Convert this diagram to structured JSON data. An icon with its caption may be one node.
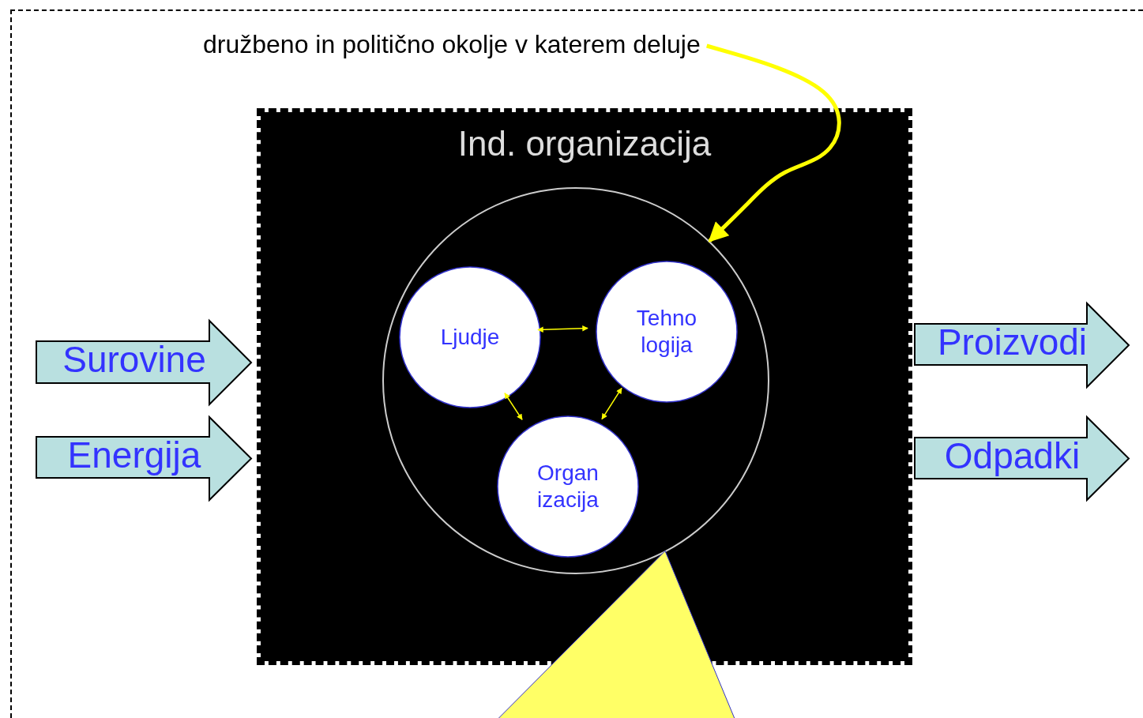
{
  "diagram": {
    "nodes": [
      {
        "text": [],
        "shape": "box"
      },
      {
        "text": [
          "družbeno in politično okolje v katerem deluje"
        ],
        "in": 0
      },
      {
        "text": [
          "Ind. organizacija"
        ],
        "in": 0
      },
      {
        "text": [],
        "shape": "circle",
        "in": 2
      },
      {
        "text": [
          "Ljudje"
        ],
        "in": 3
      },
      {
        "text": [
          "Tehno logija"
        ],
        "in": 3
      },
      {
        "text": [
          "Organ izacija"
        ],
        "in": 3
      },
      {
        "text": [
          "Surovine"
        ],
        "in": 0
      },
      {
        "text": [
          "Energija"
        ],
        "in": 0
      },
      {
        "text": [
          "Proizvodi"
        ],
        "in": 0
      },
      {
        "text": [
          "Odpadki"
        ],
        "in": 0
      },
      {
        "text": [],
        "shape": "triangle",
        "in": 0
      }
    ],
    "edges": [
      {
        "from": 1,
        "to": 3,
        "arrow": "to",
        "style": "thick"
      },
      {
        "from": 4,
        "to": 5,
        "arrow": "both"
      },
      {
        "from": 4,
        "to": 6,
        "arrow": "both"
      },
      {
        "from": 5,
        "to": 6,
        "arrow": "both"
      }
    ]
  }
}
